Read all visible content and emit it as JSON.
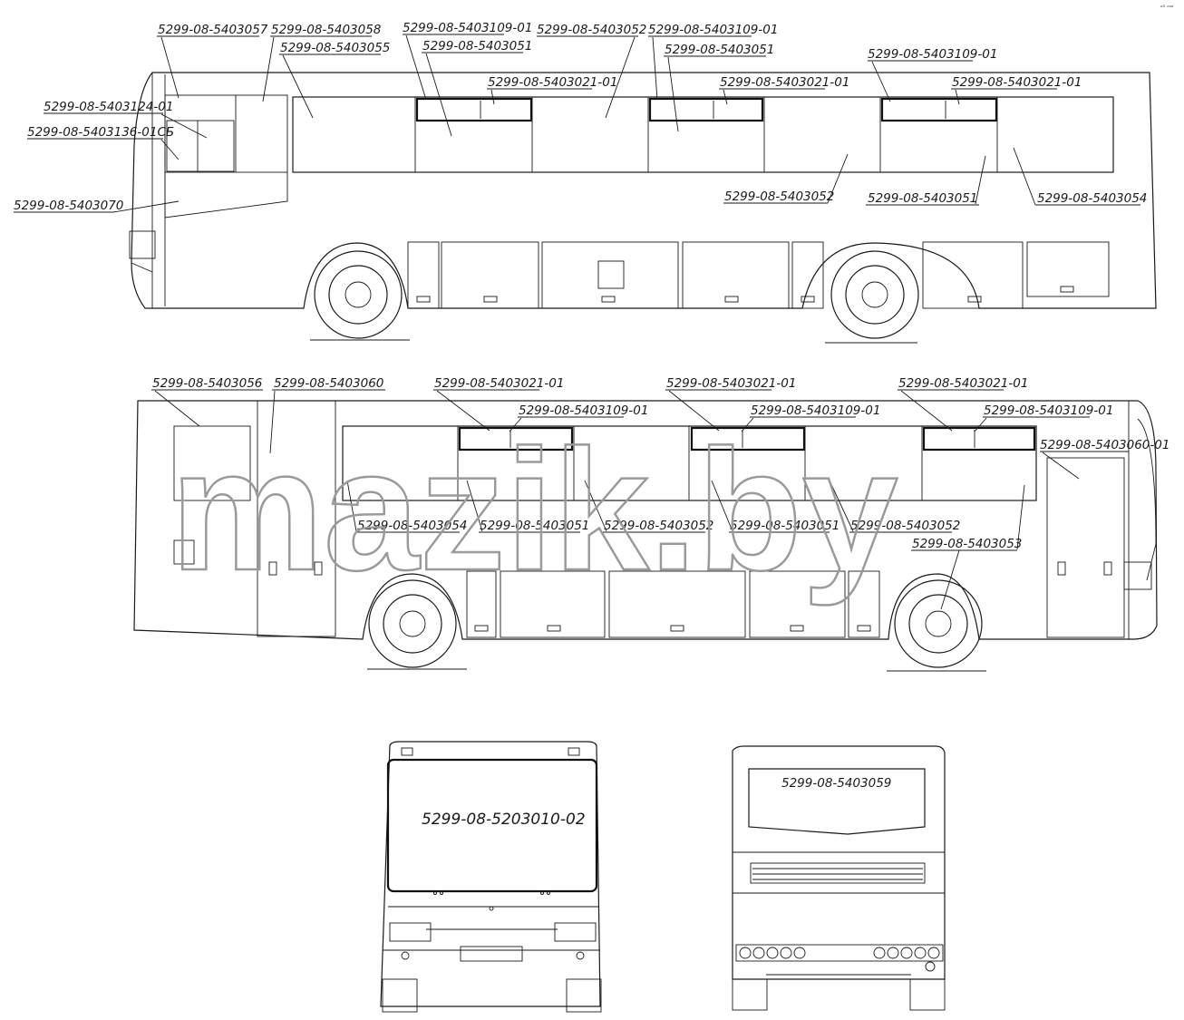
{
  "watermark": "mazik.by",
  "corner_mark": "ᵒᴰ ᵃᵃᵃ",
  "side_left_labels": [
    "5299-08-5403057",
    "5299-08-5403058",
    "5299-08-5403055",
    "5299-08-5403109-01",
    "5299-08-5403051",
    "5299-08-5403052",
    "5299-08-5403109-01",
    "5299-08-5403051",
    "5299-08-5403109-01",
    "5299-08-5403021-01",
    "5299-08-5403021-01",
    "5299-08-5403021-01",
    "5299-08-5403124-01",
    "5299-08-5403136-01СБ",
    "5299-08-5403070",
    "5299-08-5403052",
    "5299-08-5403051",
    "5299-08-5403054"
  ],
  "side_right_labels": [
    "5299-08-5403056",
    "5299-08-5403060",
    "5299-08-5403021-01",
    "5299-08-5403021-01",
    "5299-08-5403021-01",
    "5299-08-5403109-01",
    "5299-08-5403109-01",
    "5299-08-5403109-01",
    "5299-08-5403060-01",
    "5299-08-5403054",
    "5299-08-5403051",
    "5299-08-5403052",
    "5299-08-5403051",
    "5299-08-5403052",
    "5299-08-5403053"
  ],
  "front_label": "5299-08-5203010-02",
  "rear_label": "5299-08-5403059"
}
